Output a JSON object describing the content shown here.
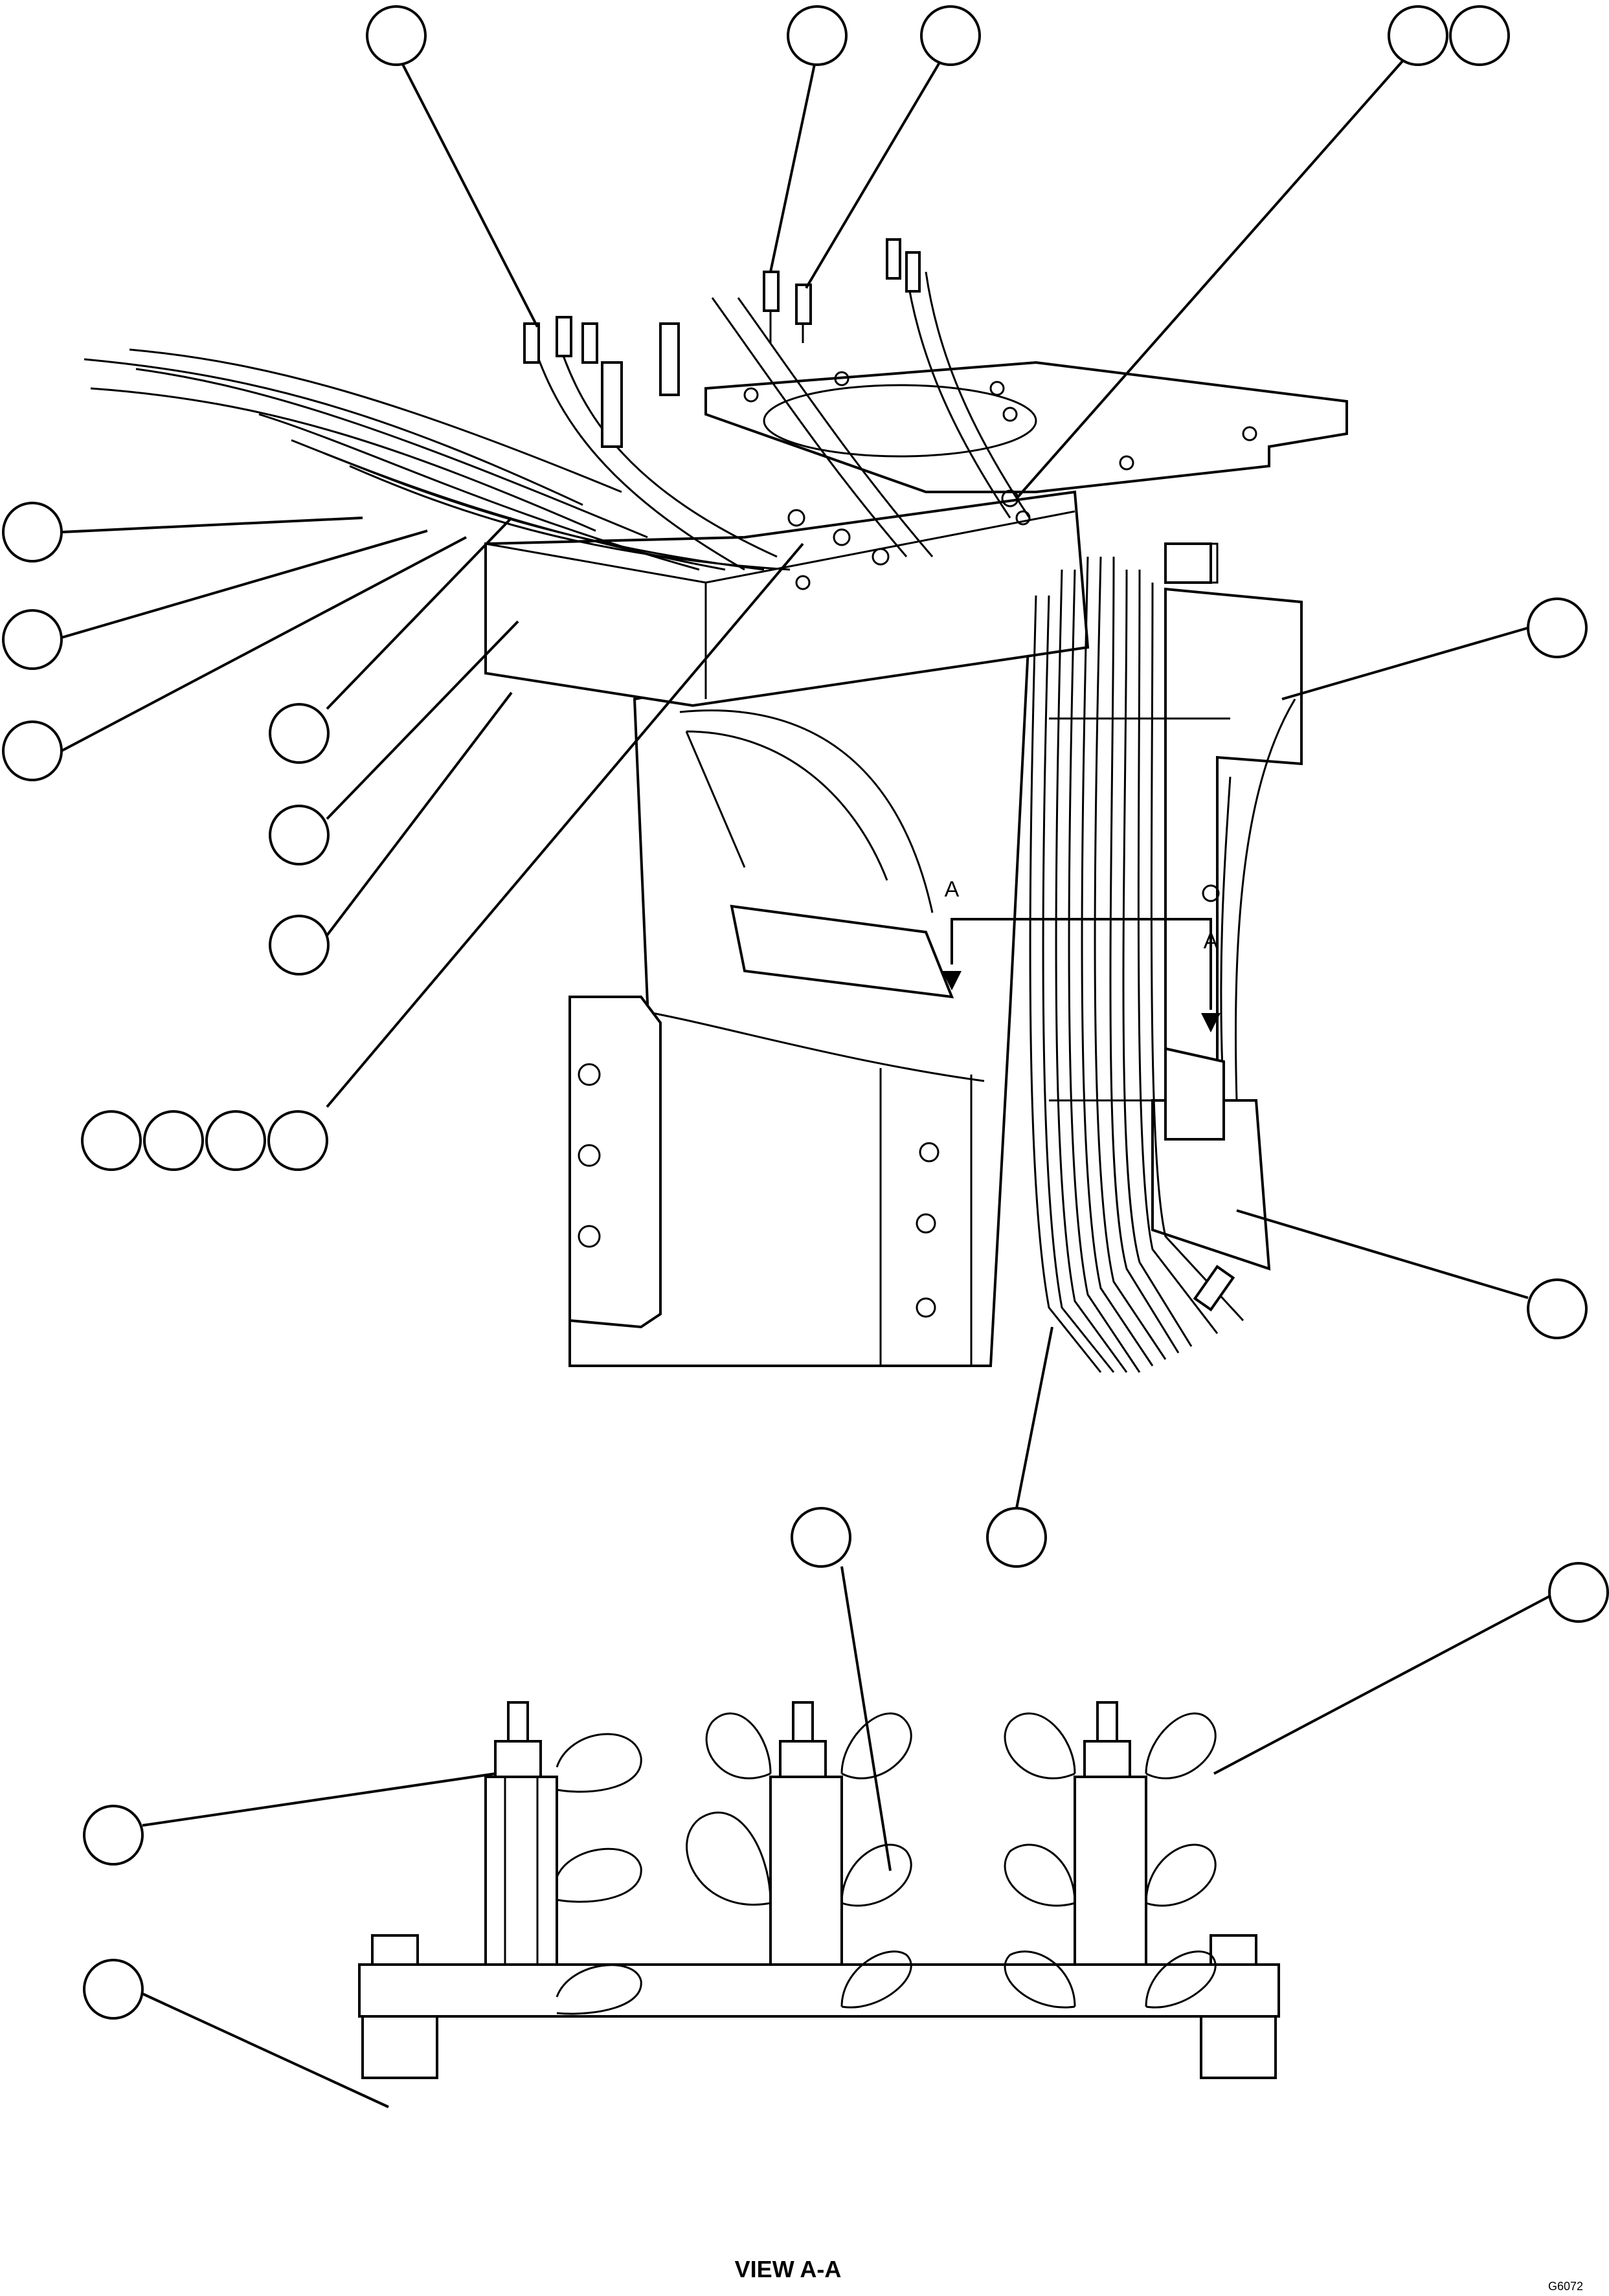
{
  "figure": {
    "section_marker_left": "A",
    "section_marker_right": "A",
    "view_title": "VIEW A-A",
    "figure_code": "G6072"
  },
  "callouts": [
    {
      "id": "c1",
      "label": ""
    },
    {
      "id": "c2",
      "label": ""
    },
    {
      "id": "c3",
      "label": ""
    },
    {
      "id": "c4",
      "label": ""
    },
    {
      "id": "c5",
      "label": ""
    },
    {
      "id": "c6",
      "label": ""
    },
    {
      "id": "c7",
      "label": ""
    },
    {
      "id": "c8",
      "label": ""
    },
    {
      "id": "c9",
      "label": ""
    },
    {
      "id": "c10",
      "label": ""
    },
    {
      "id": "c11",
      "label": ""
    },
    {
      "id": "c12",
      "label": ""
    },
    {
      "id": "c13",
      "label": ""
    },
    {
      "id": "c14",
      "label": ""
    },
    {
      "id": "c15",
      "label": ""
    },
    {
      "id": "c16",
      "label": ""
    },
    {
      "id": "c17",
      "label": ""
    },
    {
      "id": "c18",
      "label": ""
    },
    {
      "id": "c19",
      "label": ""
    },
    {
      "id": "c20",
      "label": ""
    },
    {
      "id": "c21",
      "label": ""
    },
    {
      "id": "c22",
      "label": ""
    },
    {
      "id": "c23",
      "label": ""
    },
    {
      "id": "c24",
      "label": ""
    },
    {
      "id": "c25",
      "label": ""
    }
  ]
}
